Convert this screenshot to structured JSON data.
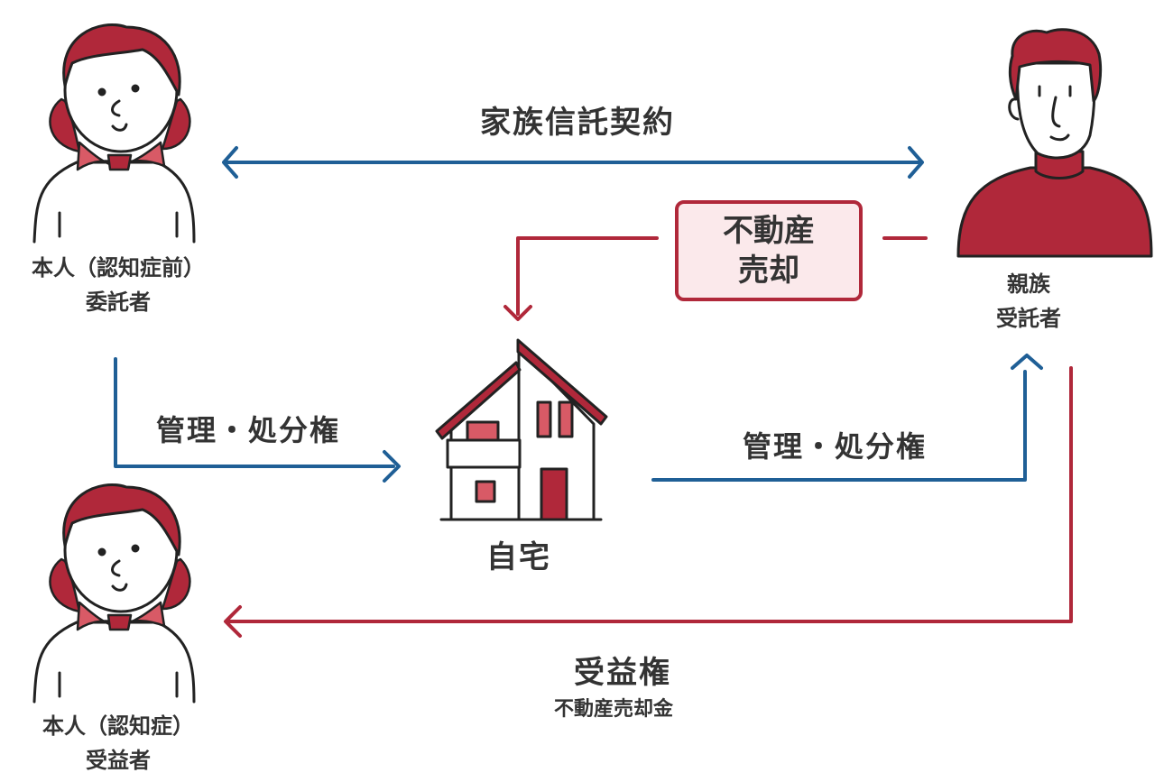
{
  "colors": {
    "blue": "#1f5f96",
    "red": "#b0283a",
    "pink": "#d85a66",
    "ink": "#222222"
  },
  "labels": {
    "contract": "家族信託契約",
    "sale_box": "不動産\n売却",
    "manage_left": "管理・処分権",
    "manage_right": "管理・処分権",
    "benefit_right": "受益権",
    "benefit_sub": "不動産売却金",
    "home": "自宅"
  },
  "people": {
    "settlor": {
      "line1": "本人（認知症前）",
      "line2": "委託者"
    },
    "trustee": {
      "line1": "親族",
      "line2": "受託者"
    },
    "beneficiary": {
      "line1": "本人（認知症）",
      "line2": "受益者"
    }
  }
}
